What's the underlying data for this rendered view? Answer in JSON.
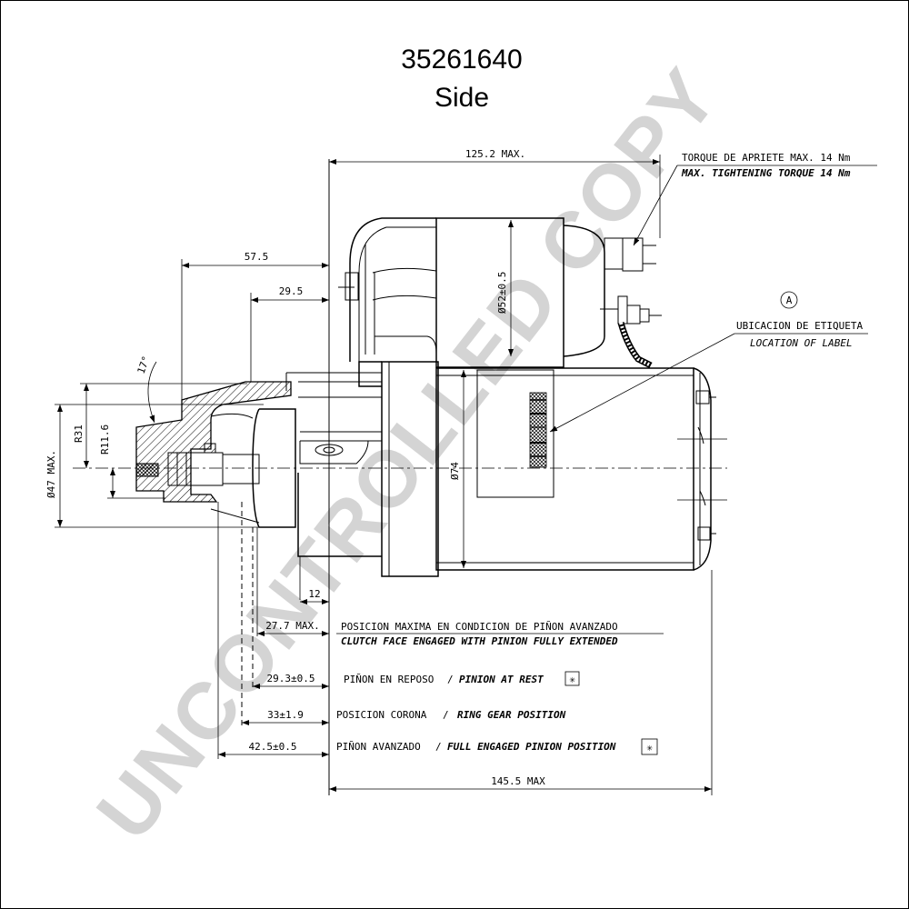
{
  "header": {
    "part_number": "35261640",
    "view": "Side"
  },
  "watermark": "UNCONTROLLED COPY",
  "dimensions": {
    "overall_length": "125.2 MAX.",
    "d57": "57.5",
    "d29": "29.5",
    "solenoid_dia": "Ø52±0.5",
    "body_dia": "Ø74",
    "flange_dia": "Ø47 MAX.",
    "r31": "R31",
    "r11": "R11.6",
    "angle": "17°",
    "d12": "12",
    "d27": "27.7 MAX.",
    "d29_3": "29.3±0.5",
    "d33": "33±1.9",
    "d42": "42.5±0.5",
    "total": "145.5 MAX"
  },
  "annotations": {
    "torque_es": "TORQUE DE APRIETE MAX. 14 Nm",
    "torque_en": "MAX. TIGHTENING TORQUE 14 Nm",
    "label_marker": "A",
    "label_es": "UBICACION DE ETIQUETA",
    "label_en": "LOCATION OF LABEL",
    "clutch_es": "POSICION MAXIMA EN CONDICION DE PIÑON AVANZADO",
    "clutch_en": "CLUTCH FACE ENGAGED WITH PINION FULLY EXTENDED",
    "rest_es": "PIÑON EN REPOSO",
    "rest_en": "PINION AT REST",
    "ring_es": "POSICION CORONA",
    "ring_en": "RING GEAR POSITION",
    "full_es": "PIÑON AVANZADO",
    "full_en": "FULL ENGAGED PINION POSITION",
    "slash": "/"
  }
}
